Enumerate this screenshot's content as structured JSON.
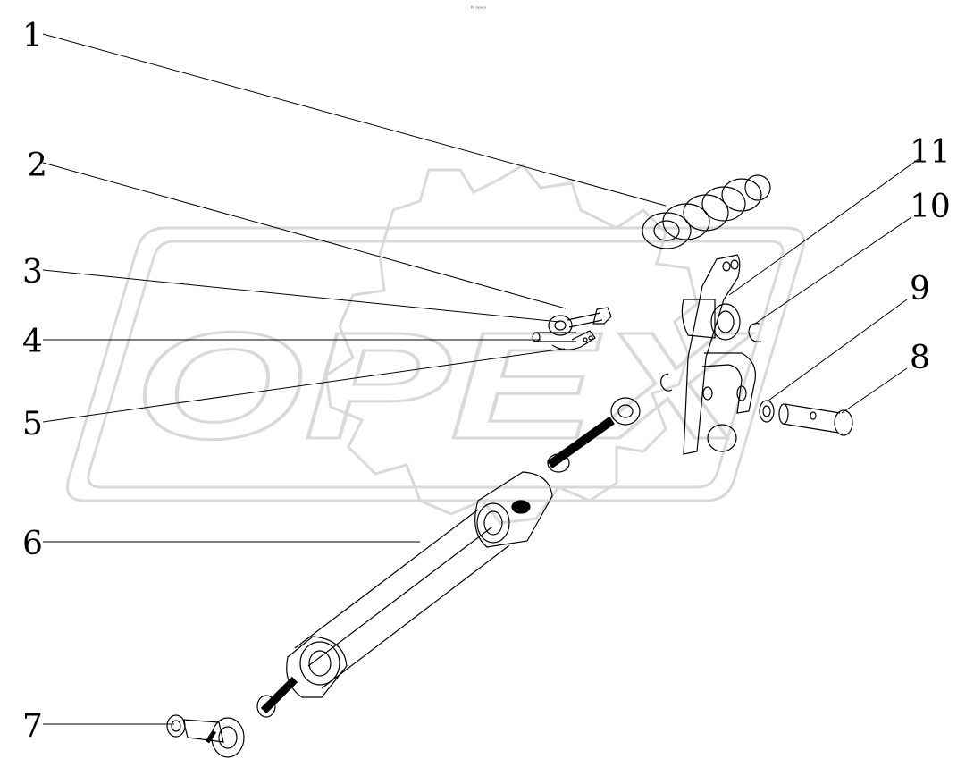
{
  "header_mark": "ᴿ ᵒᵖᵉˣ",
  "watermark": {
    "text": "OPEX",
    "logo": "gear-logo",
    "color": "#d9d9d9"
  },
  "callouts": [
    {
      "id": "1",
      "label": "1"
    },
    {
      "id": "2",
      "label": "2"
    },
    {
      "id": "3",
      "label": "3"
    },
    {
      "id": "4",
      "label": "4"
    },
    {
      "id": "5",
      "label": "5"
    },
    {
      "id": "6",
      "label": "6"
    },
    {
      "id": "7",
      "label": "7"
    },
    {
      "id": "8",
      "label": "8"
    },
    {
      "id": "9",
      "label": "9"
    },
    {
      "id": "10",
      "label": "10"
    },
    {
      "id": "11",
      "label": "11"
    }
  ],
  "parts": [
    {
      "name": "coil-spring"
    },
    {
      "name": "bolt"
    },
    {
      "name": "washer"
    },
    {
      "name": "pin"
    },
    {
      "name": "clip"
    },
    {
      "name": "adjusting-rod-assembly"
    },
    {
      "name": "ball-joint"
    },
    {
      "name": "clevis-pin"
    },
    {
      "name": "flat-washer"
    },
    {
      "name": "retaining-ring"
    },
    {
      "name": "bracket"
    }
  ]
}
